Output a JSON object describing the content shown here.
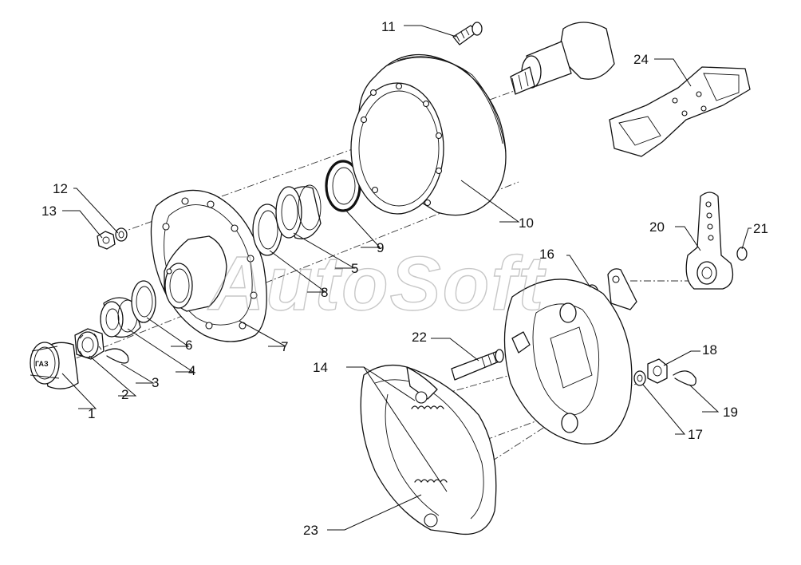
{
  "watermark": "AutoSoft",
  "cap_marking": "ГАЗ",
  "callouts": {
    "c1": "1",
    "c2": "2",
    "c3": "3",
    "c4": "4",
    "c5": "5",
    "c6": "6",
    "c7": "7",
    "c8": "8",
    "c9": "9",
    "c10": "10",
    "c11": "11",
    "c12": "12",
    "c13": "13",
    "c14": "14",
    "c16": "16",
    "c17": "17",
    "c18": "18",
    "c19": "19",
    "c20": "20",
    "c21": "21",
    "c22": "22",
    "c23": "23",
    "c24": "24"
  }
}
